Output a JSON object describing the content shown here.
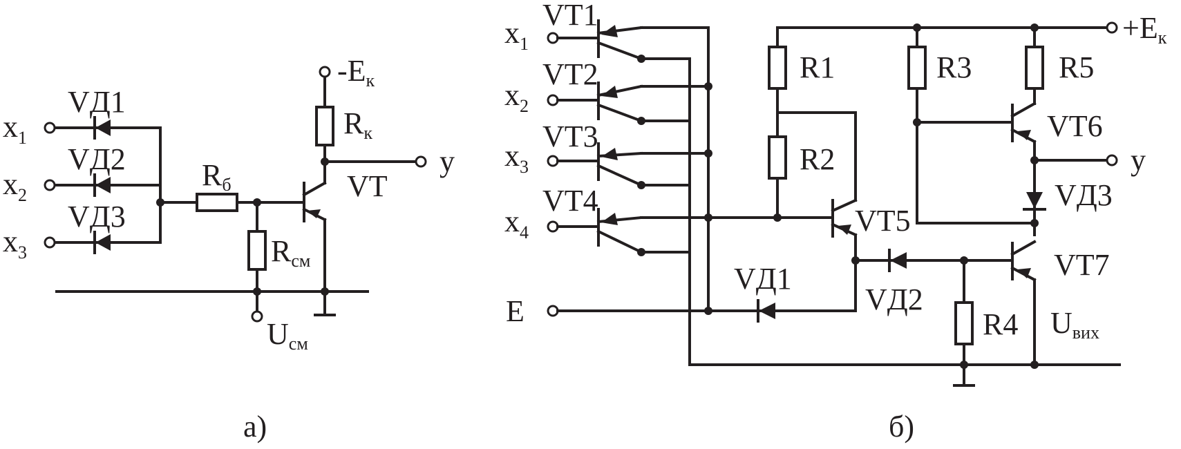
{
  "left": {
    "inputs": [
      "x",
      "x",
      "x"
    ],
    "input_subs": [
      "1",
      "2",
      "3"
    ],
    "diodes": [
      "VД1",
      "VД2",
      "VД3"
    ],
    "supply_main": "-E",
    "supply_sub": "к",
    "rk_main": "R",
    "rk_sub": "к",
    "rb_main": "R",
    "rb_sub": "б",
    "rsm_main": "R",
    "rsm_sub": "см",
    "usm_main": "U",
    "usm_sub": "см",
    "transistor": "VT",
    "output": "y",
    "caption": "а)"
  },
  "right": {
    "inputs": [
      "x",
      "x",
      "x",
      "x"
    ],
    "input_subs": [
      "1",
      "2",
      "3",
      "4"
    ],
    "input_transistors": [
      "VT1",
      "VT2",
      "VT3",
      "VT4"
    ],
    "e_input": "E",
    "supply_main": "+E",
    "supply_sub": "к",
    "resistors": [
      "R1",
      "R2",
      "R3",
      "R4",
      "R5"
    ],
    "vt5": "VT5",
    "vt6": "VT6",
    "vt7": "VT7",
    "diodes": [
      "VД1",
      "VД2",
      "VД3"
    ],
    "output": "y",
    "uout_main": "U",
    "uout_sub": "вих",
    "caption": "б)"
  }
}
